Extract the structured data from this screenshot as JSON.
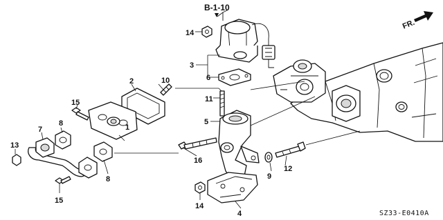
{
  "diagram": {
    "reference": "B-1-10",
    "direction_label": "FR.",
    "drawing_code": "SZ33-E0410A",
    "callouts": {
      "c1": "1",
      "c2": "2",
      "c3": "3",
      "c4": "4",
      "c5": "5",
      "c6": "6",
      "c7": "7",
      "c8a": "8",
      "c8b": "8",
      "c9": "9",
      "c10": "10",
      "c11": "11",
      "c12": "12",
      "c13": "13",
      "c14a": "14",
      "c14b": "14",
      "c15a": "15",
      "c15b": "15",
      "c16": "16"
    }
  }
}
